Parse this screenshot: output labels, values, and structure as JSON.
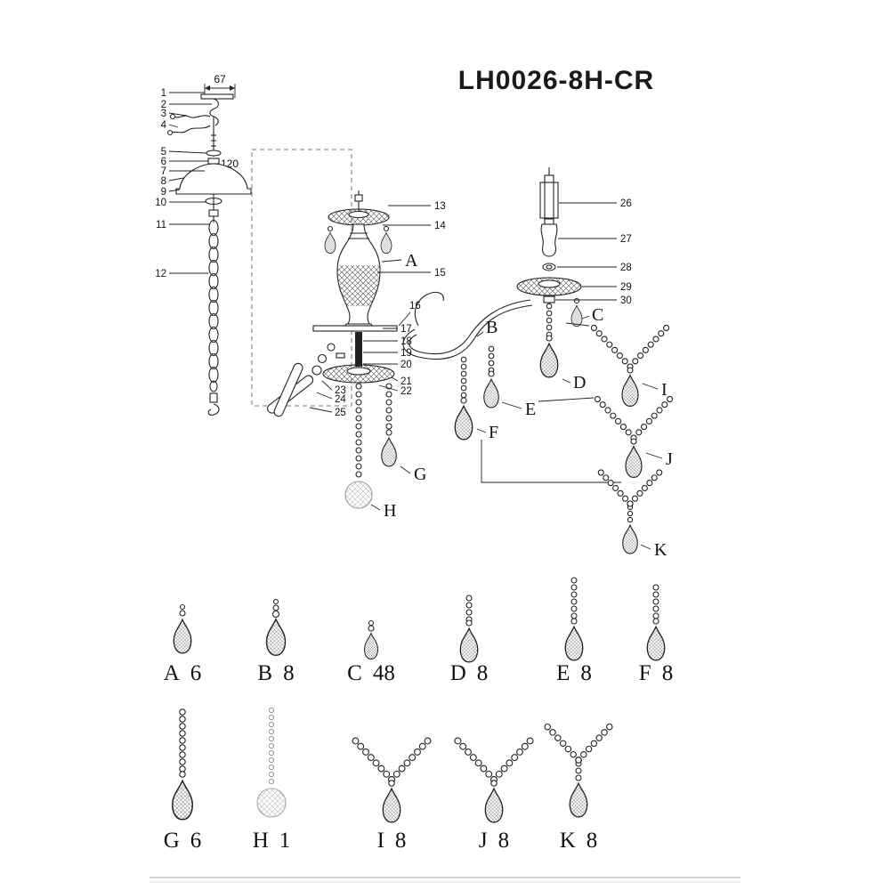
{
  "title": "LH0026-8H-CR",
  "dims": {
    "hanger_width": "67",
    "canopy_rod": "120"
  },
  "callouts": {
    "left": [
      "1",
      "2",
      "3",
      "4",
      "5",
      "6",
      "7",
      "8",
      "9",
      "10",
      "11",
      "12"
    ],
    "center": [
      "13",
      "14",
      "15",
      "16",
      "17",
      "18",
      "19",
      "20",
      "21",
      "22",
      "23",
      "24",
      "25"
    ],
    "right": [
      "26",
      "27",
      "28",
      "29",
      "30"
    ]
  },
  "letters": {
    "a": "A",
    "b": "B",
    "c": "C",
    "d": "D",
    "e": "E",
    "f": "F",
    "g": "G",
    "h": "H",
    "i": "I",
    "j": "J",
    "k": "K"
  },
  "parts": [
    {
      "label": "A",
      "qty": "6"
    },
    {
      "label": "B",
      "qty": "8"
    },
    {
      "label": "C",
      "qty": "48"
    },
    {
      "label": "D",
      "qty": "8"
    },
    {
      "label": "E",
      "qty": "8"
    },
    {
      "label": "F",
      "qty": "8"
    },
    {
      "label": "G",
      "qty": "6"
    },
    {
      "label": "H",
      "qty": "1"
    },
    {
      "label": "I",
      "qty": "8"
    },
    {
      "label": "J",
      "qty": "8"
    },
    {
      "label": "K",
      "qty": "8"
    }
  ]
}
